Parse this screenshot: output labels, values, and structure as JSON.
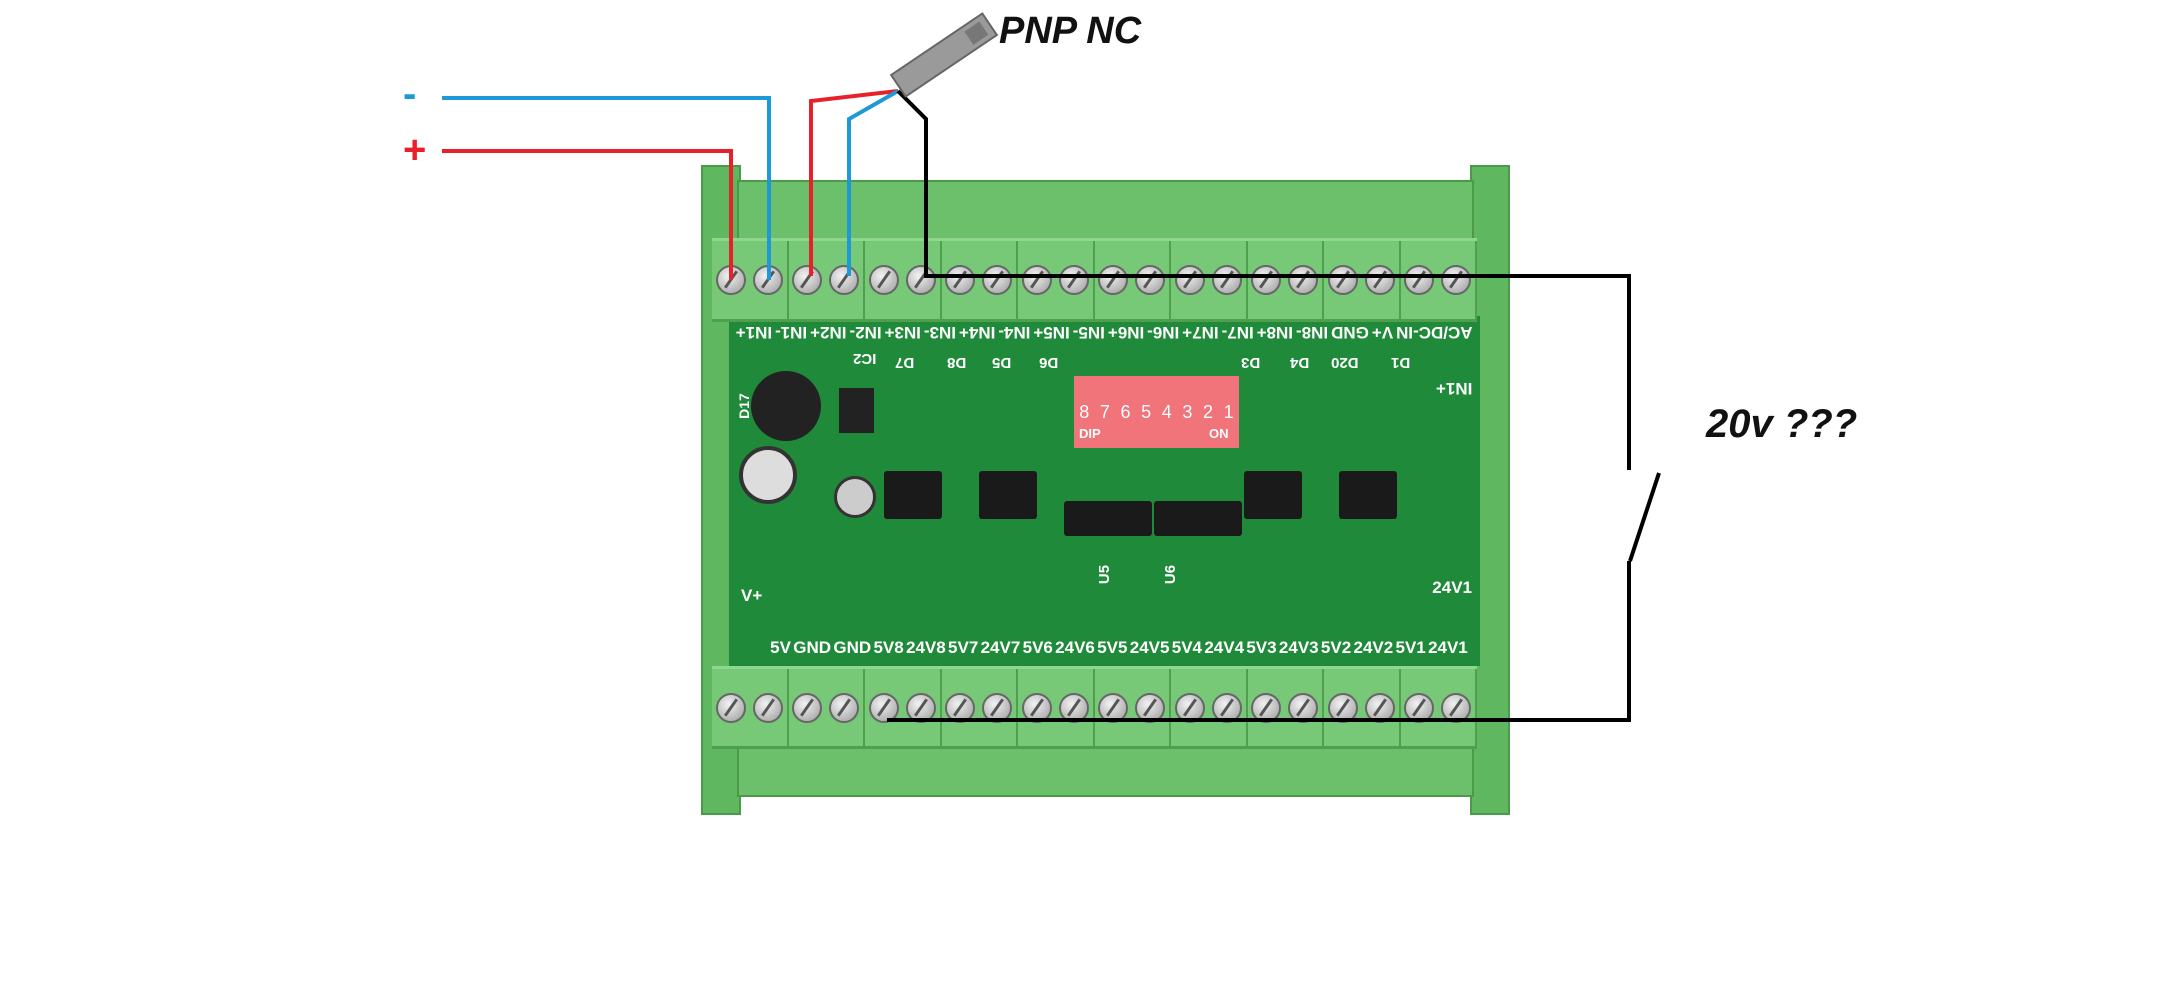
{
  "annotations": {
    "sensor_label": "PNP NC",
    "voltage_question": "20v ???",
    "minus_sign": "-",
    "plus_sign": "+"
  },
  "wire_colors": {
    "positive": "#e8202a",
    "negative": "#1d9ad6",
    "signal": "#000000"
  },
  "board": {
    "top_labels": [
      "AC/DC-IN",
      "V+",
      "GND",
      "IN8-",
      "IN8+",
      "IN7-",
      "IN7+",
      "IN6-",
      "IN6+",
      "IN5-",
      "IN5+",
      "IN4-",
      "IN4+",
      "IN3-",
      "IN3+",
      "IN2-",
      "IN2+",
      "IN1-",
      "IN1+"
    ],
    "bottom_labels": [
      "5V",
      "GND",
      "GND",
      "5V8",
      "24V8",
      "5V7",
      "24V7",
      "5V6",
      "24V6",
      "5V5",
      "24V5",
      "5V4",
      "24V4",
      "5V3",
      "24V3",
      "5V2",
      "24V2",
      "5V1",
      "24V1"
    ],
    "side_labels": {
      "right_top": "IN1+",
      "right_bottom": "24V1",
      "left": "V+"
    },
    "dip_switch": {
      "label": "DIP",
      "on_label": "ON",
      "numbers": [
        "8",
        "7",
        "6",
        "5",
        "4",
        "3",
        "2",
        "1"
      ]
    },
    "component_labels": [
      "IC2",
      "D7",
      "D8",
      "D5",
      "D6",
      "D3",
      "D4",
      "D20",
      "D1",
      "U5",
      "U6",
      "D17"
    ]
  }
}
